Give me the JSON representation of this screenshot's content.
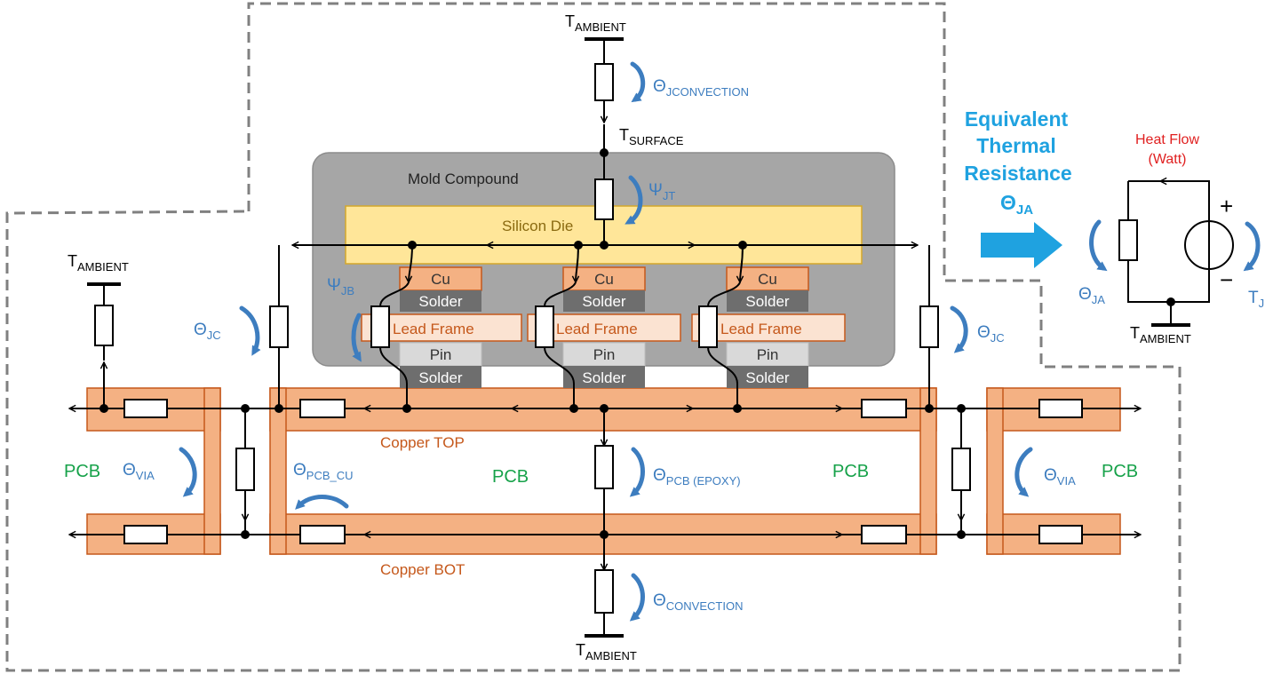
{
  "colors": {
    "copper": "#f4b183",
    "copper_stroke": "#c5581b",
    "mold": "#a6a6a6",
    "die": "#ffe699",
    "thermal_blue": "#3d7dbf",
    "pcb_green": "#17a24a",
    "equivalent_cyan": "#1fa2e0",
    "heat_red": "#e02020"
  },
  "labels": {
    "mold_compound": "Mold Compound",
    "silicon_die": "Silicon Die",
    "cu": "Cu",
    "solder": "Solder",
    "lead_frame": "Lead Frame",
    "pin": "Pin",
    "copper_top": "Copper TOP",
    "copper_bot": "Copper BOT",
    "pcb": "PCB",
    "t_main": "T",
    "ambient_sub": "AMBIENT",
    "surface_sub": "SURFACE",
    "j_sub": "J",
    "theta": "Θ",
    "psi": "Ψ",
    "sub_jconvection": "JCONVECTION",
    "sub_jt": "JT",
    "sub_jb": "JB",
    "sub_jc": "JC",
    "sub_via": "VIA",
    "sub_pcb_cu": "PCB_CU",
    "sub_pcb_epoxy": "PCB (EPOXY)",
    "sub_convection": "CONVECTION",
    "sub_ja": "JA"
  },
  "equivalent": {
    "title_line1": "Equivalent",
    "title_line2": "Thermal",
    "title_line3": "Resistance",
    "heat_flow_line1": "Heat Flow",
    "heat_flow_line2": "(Watt)",
    "plus": "+",
    "minus": "−"
  }
}
